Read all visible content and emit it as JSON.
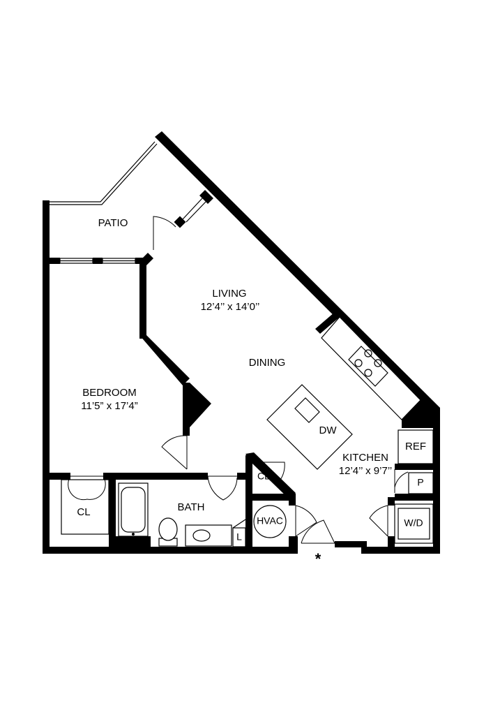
{
  "rooms": {
    "patio": {
      "name": "PATIO"
    },
    "living": {
      "name": "LIVING",
      "size": "12’4’’ x 14’0’’"
    },
    "dining": {
      "name": "DINING"
    },
    "bedroom": {
      "name": "BEDROOM",
      "size": "11’5” x 17’4”"
    },
    "kitchen": {
      "name": "KITCHEN",
      "size": "12’4’’ x 9’7’’"
    },
    "bath": {
      "name": "BATH"
    },
    "bedroom_closet": {
      "name": "CL"
    },
    "hall_closet": {
      "name": "CL"
    },
    "hvac": {
      "name": "HVAC"
    }
  },
  "fixtures": {
    "dishwasher": "DW",
    "refrigerator": "REF",
    "pantry": "P",
    "washer_dryer": "W/D",
    "linen": "L"
  },
  "entry_marker": "*"
}
